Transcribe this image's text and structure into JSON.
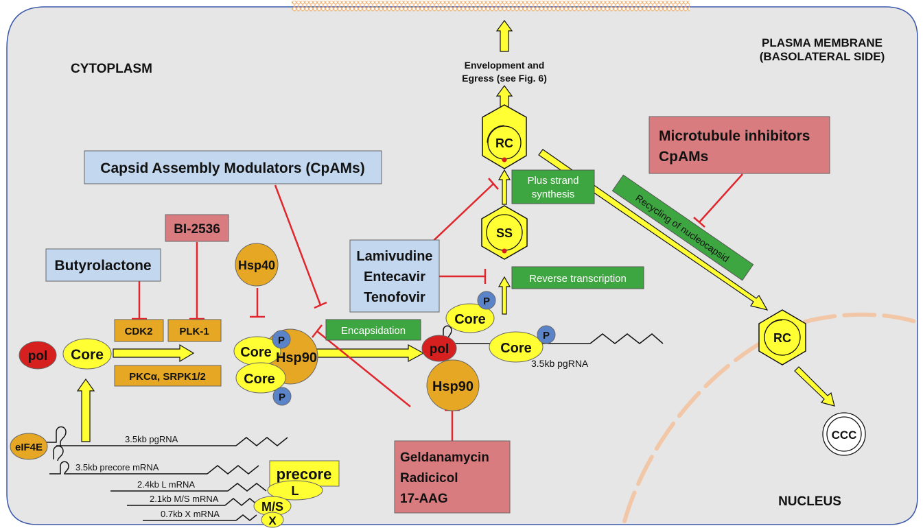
{
  "compartments": {
    "cytoplasm": "CYTOPLASM",
    "plasma_membrane_1": "PLASMA MEMBRANE",
    "plasma_membrane_2": "(BASOLATERAL SIDE)",
    "nucleus": "NUCLEUS"
  },
  "egress": {
    "line1": "Envelopment and",
    "line2": "Egress (see Fig. 6)"
  },
  "inhibitors": {
    "cpams": "Capsid Assembly Modulators (CpAMs)",
    "bi2536": "BI-2536",
    "butyrolactone": "Butyrolactone",
    "nucleos": [
      "Lamivudine",
      "Entecavir",
      "Tenofovir"
    ],
    "hsp90_inhib": [
      "Geldanamycin",
      "Radicicol",
      "17-AAG"
    ],
    "microtubule": [
      "Microtubule inhibitors",
      "CpAMs"
    ]
  },
  "kinases": {
    "cdk2": "CDK2",
    "plk1": "PLK-1",
    "pkc": "PKCα, SRPK1/2"
  },
  "steps": {
    "encapsidation": "Encapsidation",
    "reverse_transcription": "Reverse transcription",
    "plus_strand": [
      "Plus strand",
      "synthesis"
    ],
    "recycling": "Recycling of nucleocapsid"
  },
  "molecules": {
    "pol": "pol",
    "core": "Core",
    "hsp40": "Hsp40",
    "hsp90": "Hsp90",
    "p": "P",
    "eif4e": "eIF4E",
    "rc": "RC",
    "ss": "SS",
    "ccc": "CCC"
  },
  "rnas": {
    "pgrna": "3.5kb pgRNA",
    "precore_mrna": "3.5kb precore mRNA",
    "l_mrna": "2.4kb L mRNA",
    "ms_mrna": "2.1kb M/S mRNA",
    "x_mrna": "0.7kb X mRNA",
    "pgrna_right": "3.5kb pgRNA"
  },
  "proteins": {
    "precore": "precore",
    "l": "L",
    "ms": "M/S",
    "x": "X"
  },
  "colors": {
    "cell": "#e6e6e6",
    "blue_box": "#c3d7ee",
    "red_box": "#d87c80",
    "green_box": "#3ea640",
    "orange": "#e5a724",
    "yellow": "#ffff33",
    "inhibit_red": "#e0262c",
    "pol_red": "#d61f1f",
    "p_blue": "#5b83c7",
    "nucleus_line": "#f2c7a8",
    "membrane": "#f7c38d"
  }
}
